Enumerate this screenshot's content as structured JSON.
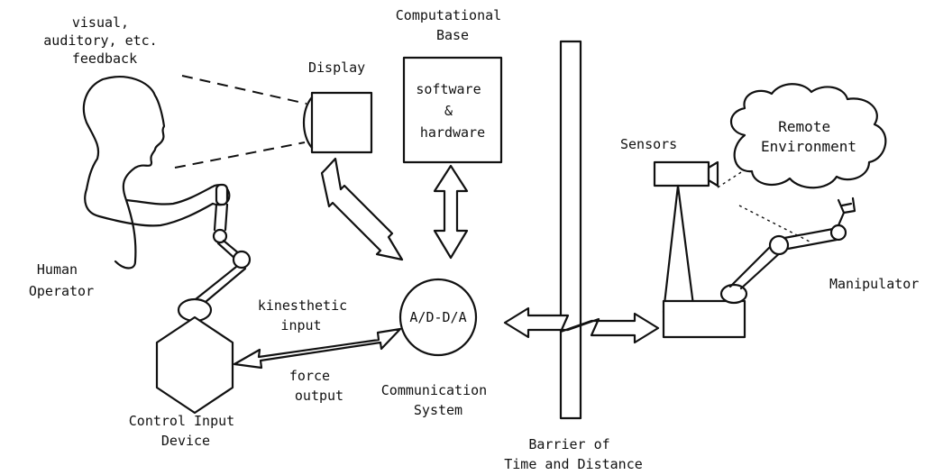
{
  "labels": {
    "feedback": [
      "visual,",
      "auditory, etc.",
      "feedback"
    ],
    "display": "Display",
    "computational_base": [
      "Computational",
      "Base"
    ],
    "software_hardware": [
      "software",
      "&",
      "hardware"
    ],
    "sensors": "Sensors",
    "remote_environment": [
      "Remote",
      "Environment"
    ],
    "human_operator": [
      "Human",
      "Operator"
    ],
    "manipulator": "Manipulator",
    "kinesthetic_input": [
      "kinesthetic",
      "input"
    ],
    "force_output": [
      "force",
      "output"
    ],
    "ad_da": "A/D-D/A",
    "communication_system": [
      "Communication",
      "System"
    ],
    "control_input_device": [
      "Control Input",
      "Device"
    ],
    "barrier": [
      "Barrier of",
      "Time and Distance"
    ]
  },
  "colors": {
    "ink": "#111111",
    "paper": "#ffffff"
  }
}
